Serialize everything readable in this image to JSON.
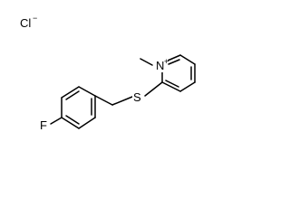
{
  "structure": {
    "counterion": {
      "symbol": "Cl",
      "charge": "−"
    },
    "atoms": {
      "nitrogen": {
        "symbol": "N",
        "charge": "+"
      },
      "sulfur": {
        "symbol": "S"
      },
      "fluorine": {
        "symbol": "F"
      }
    }
  }
}
